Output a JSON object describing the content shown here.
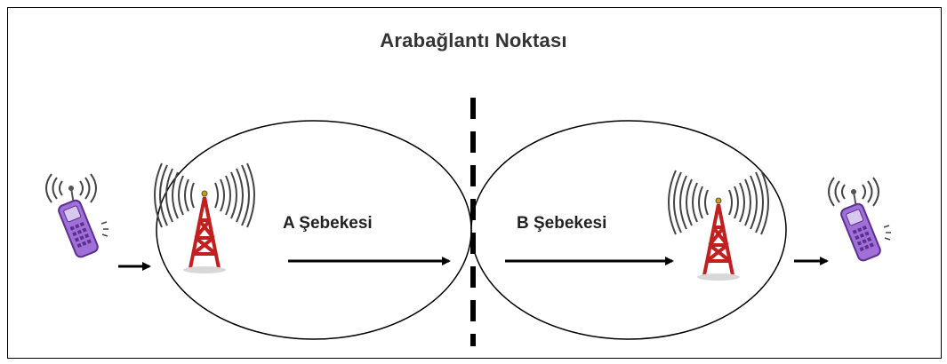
{
  "title": "Arabağlantı Noktası",
  "networks": {
    "a_label": "A Şebekesi",
    "b_label": "B Şebekesi"
  },
  "colors": {
    "phone": "#a070d8",
    "phone_dark": "#5a2f8f",
    "tower": "#c02020",
    "tower_dark": "#8a1010",
    "signal": "#444444"
  }
}
